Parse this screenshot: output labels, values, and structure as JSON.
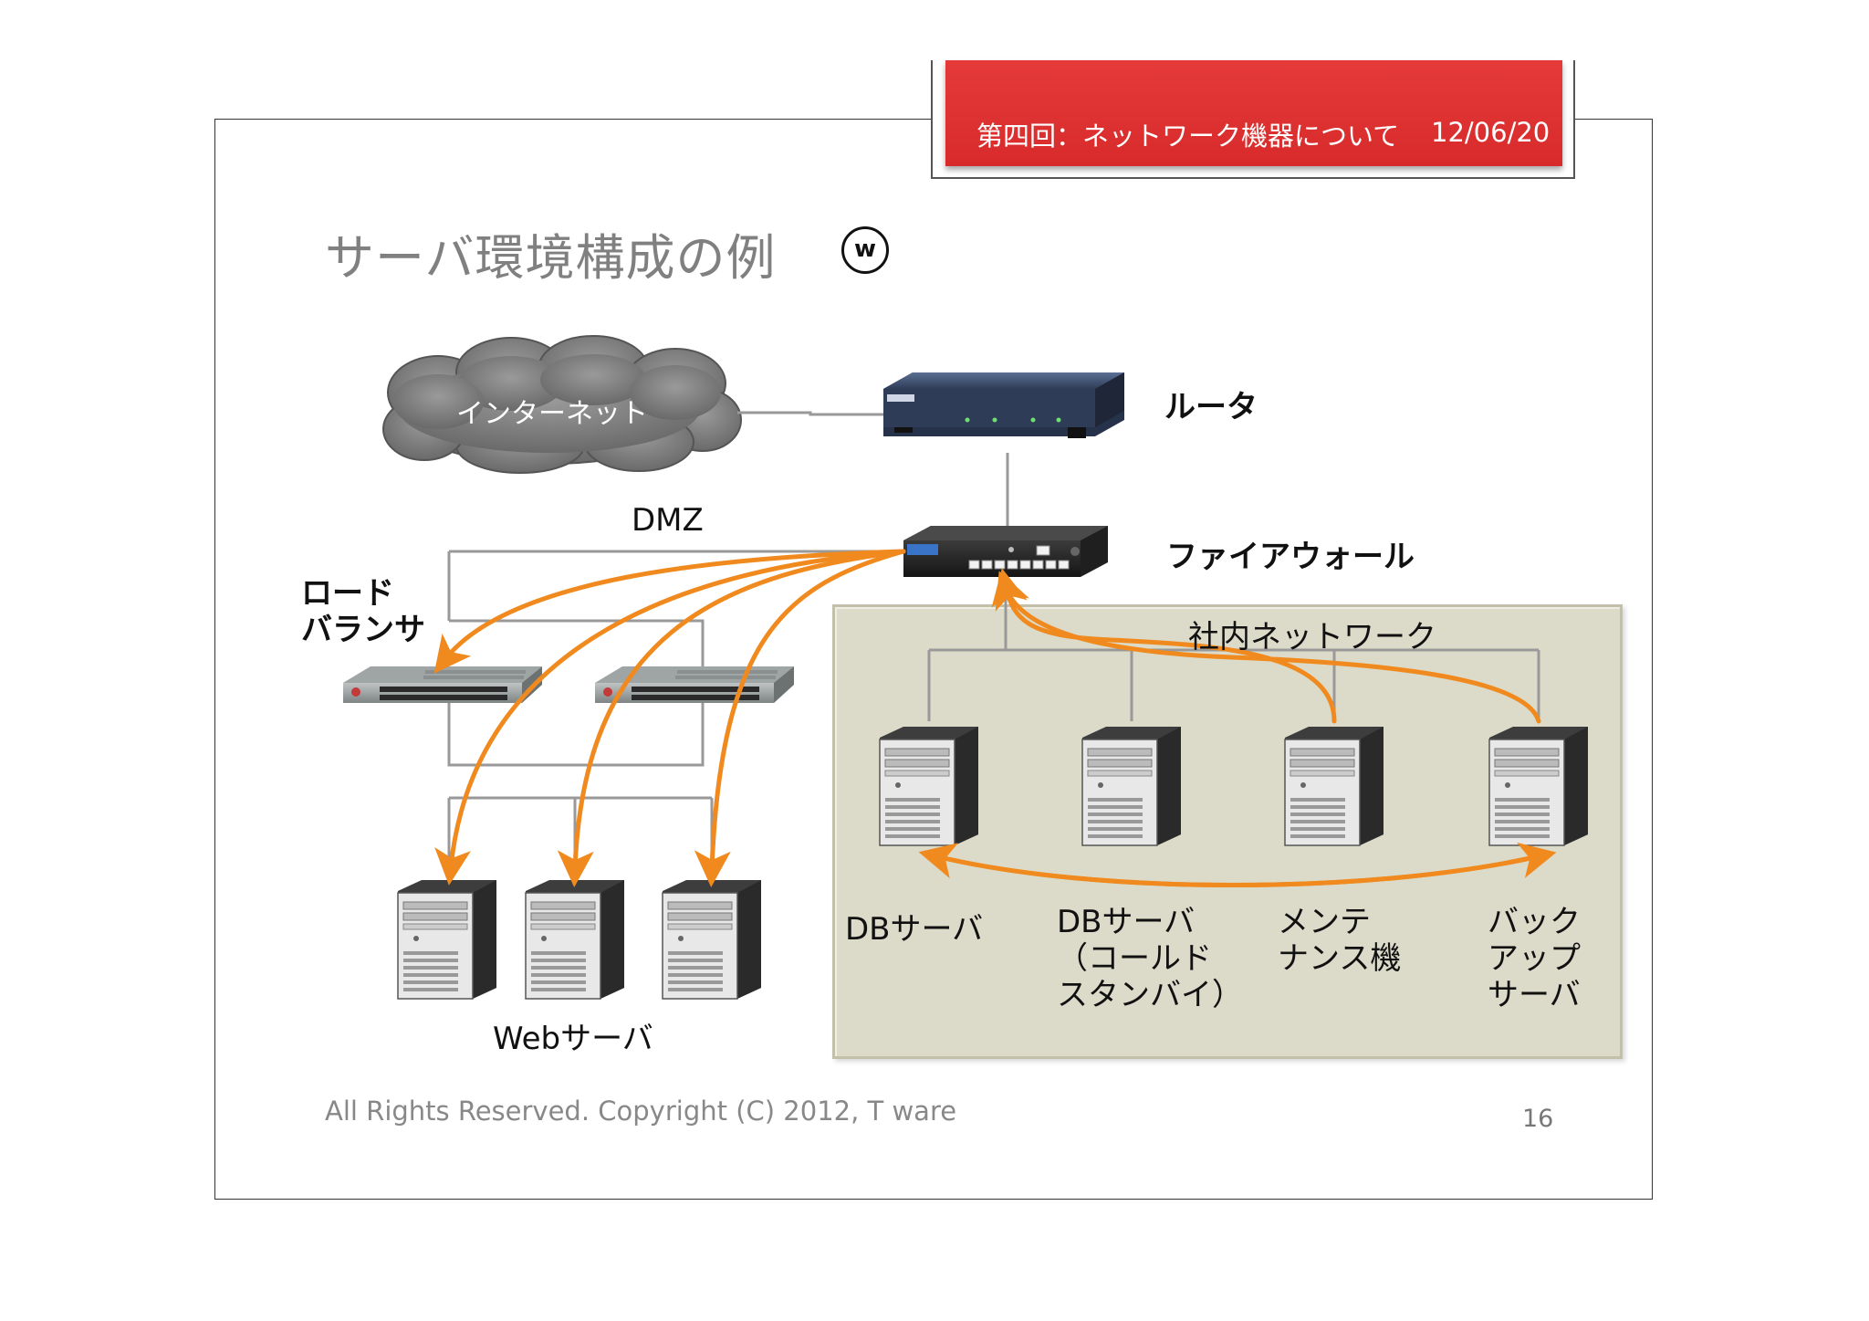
{
  "header": {
    "title": "第四回：ネットワーク機器について",
    "date": "12/06/20"
  },
  "slide": {
    "title": "サーバ環境構成の例",
    "logo_letter": "w"
  },
  "nodes": {
    "internet": "インターネット",
    "router": "ルータ",
    "firewall": "ファイアウォール",
    "dmz": "DMZ",
    "load_balancer": [
      "ロード",
      "バランサ"
    ],
    "internal_network": "社内ネットワーク",
    "web_servers": "Webサーバ",
    "db_server": "DBサーバ",
    "db_cold": [
      "DBサーバ",
      "（コールド",
      "スタンバイ）"
    ],
    "maintenance": [
      "メンテ",
      "ナンス機"
    ],
    "backup": [
      "バック",
      "アップ",
      "サーバ"
    ]
  },
  "footer": {
    "copyright": "All Rights Reserved. Copyright (C) 2012, T ware",
    "page": "16"
  },
  "colors": {
    "header_red": "#d82a2a",
    "arrow_orange": "#f08a1e",
    "zone_bg": "#dcdbc9"
  }
}
